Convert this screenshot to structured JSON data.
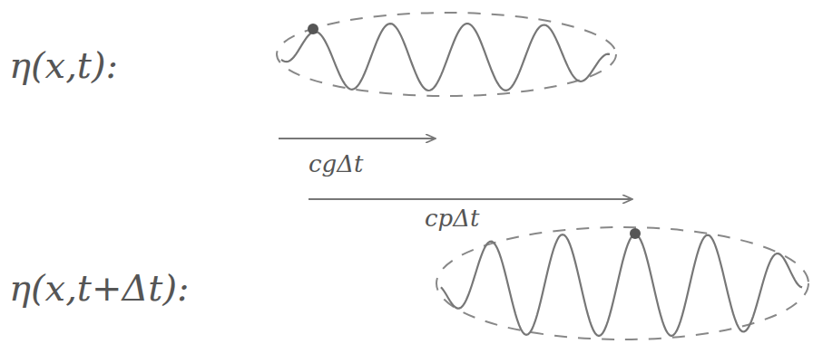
{
  "diagram": {
    "labels": [
      "η(x,t):",
      "cgΔt",
      "cpΔt",
      "η(x,t+Δt):"
    ]
  }
}
